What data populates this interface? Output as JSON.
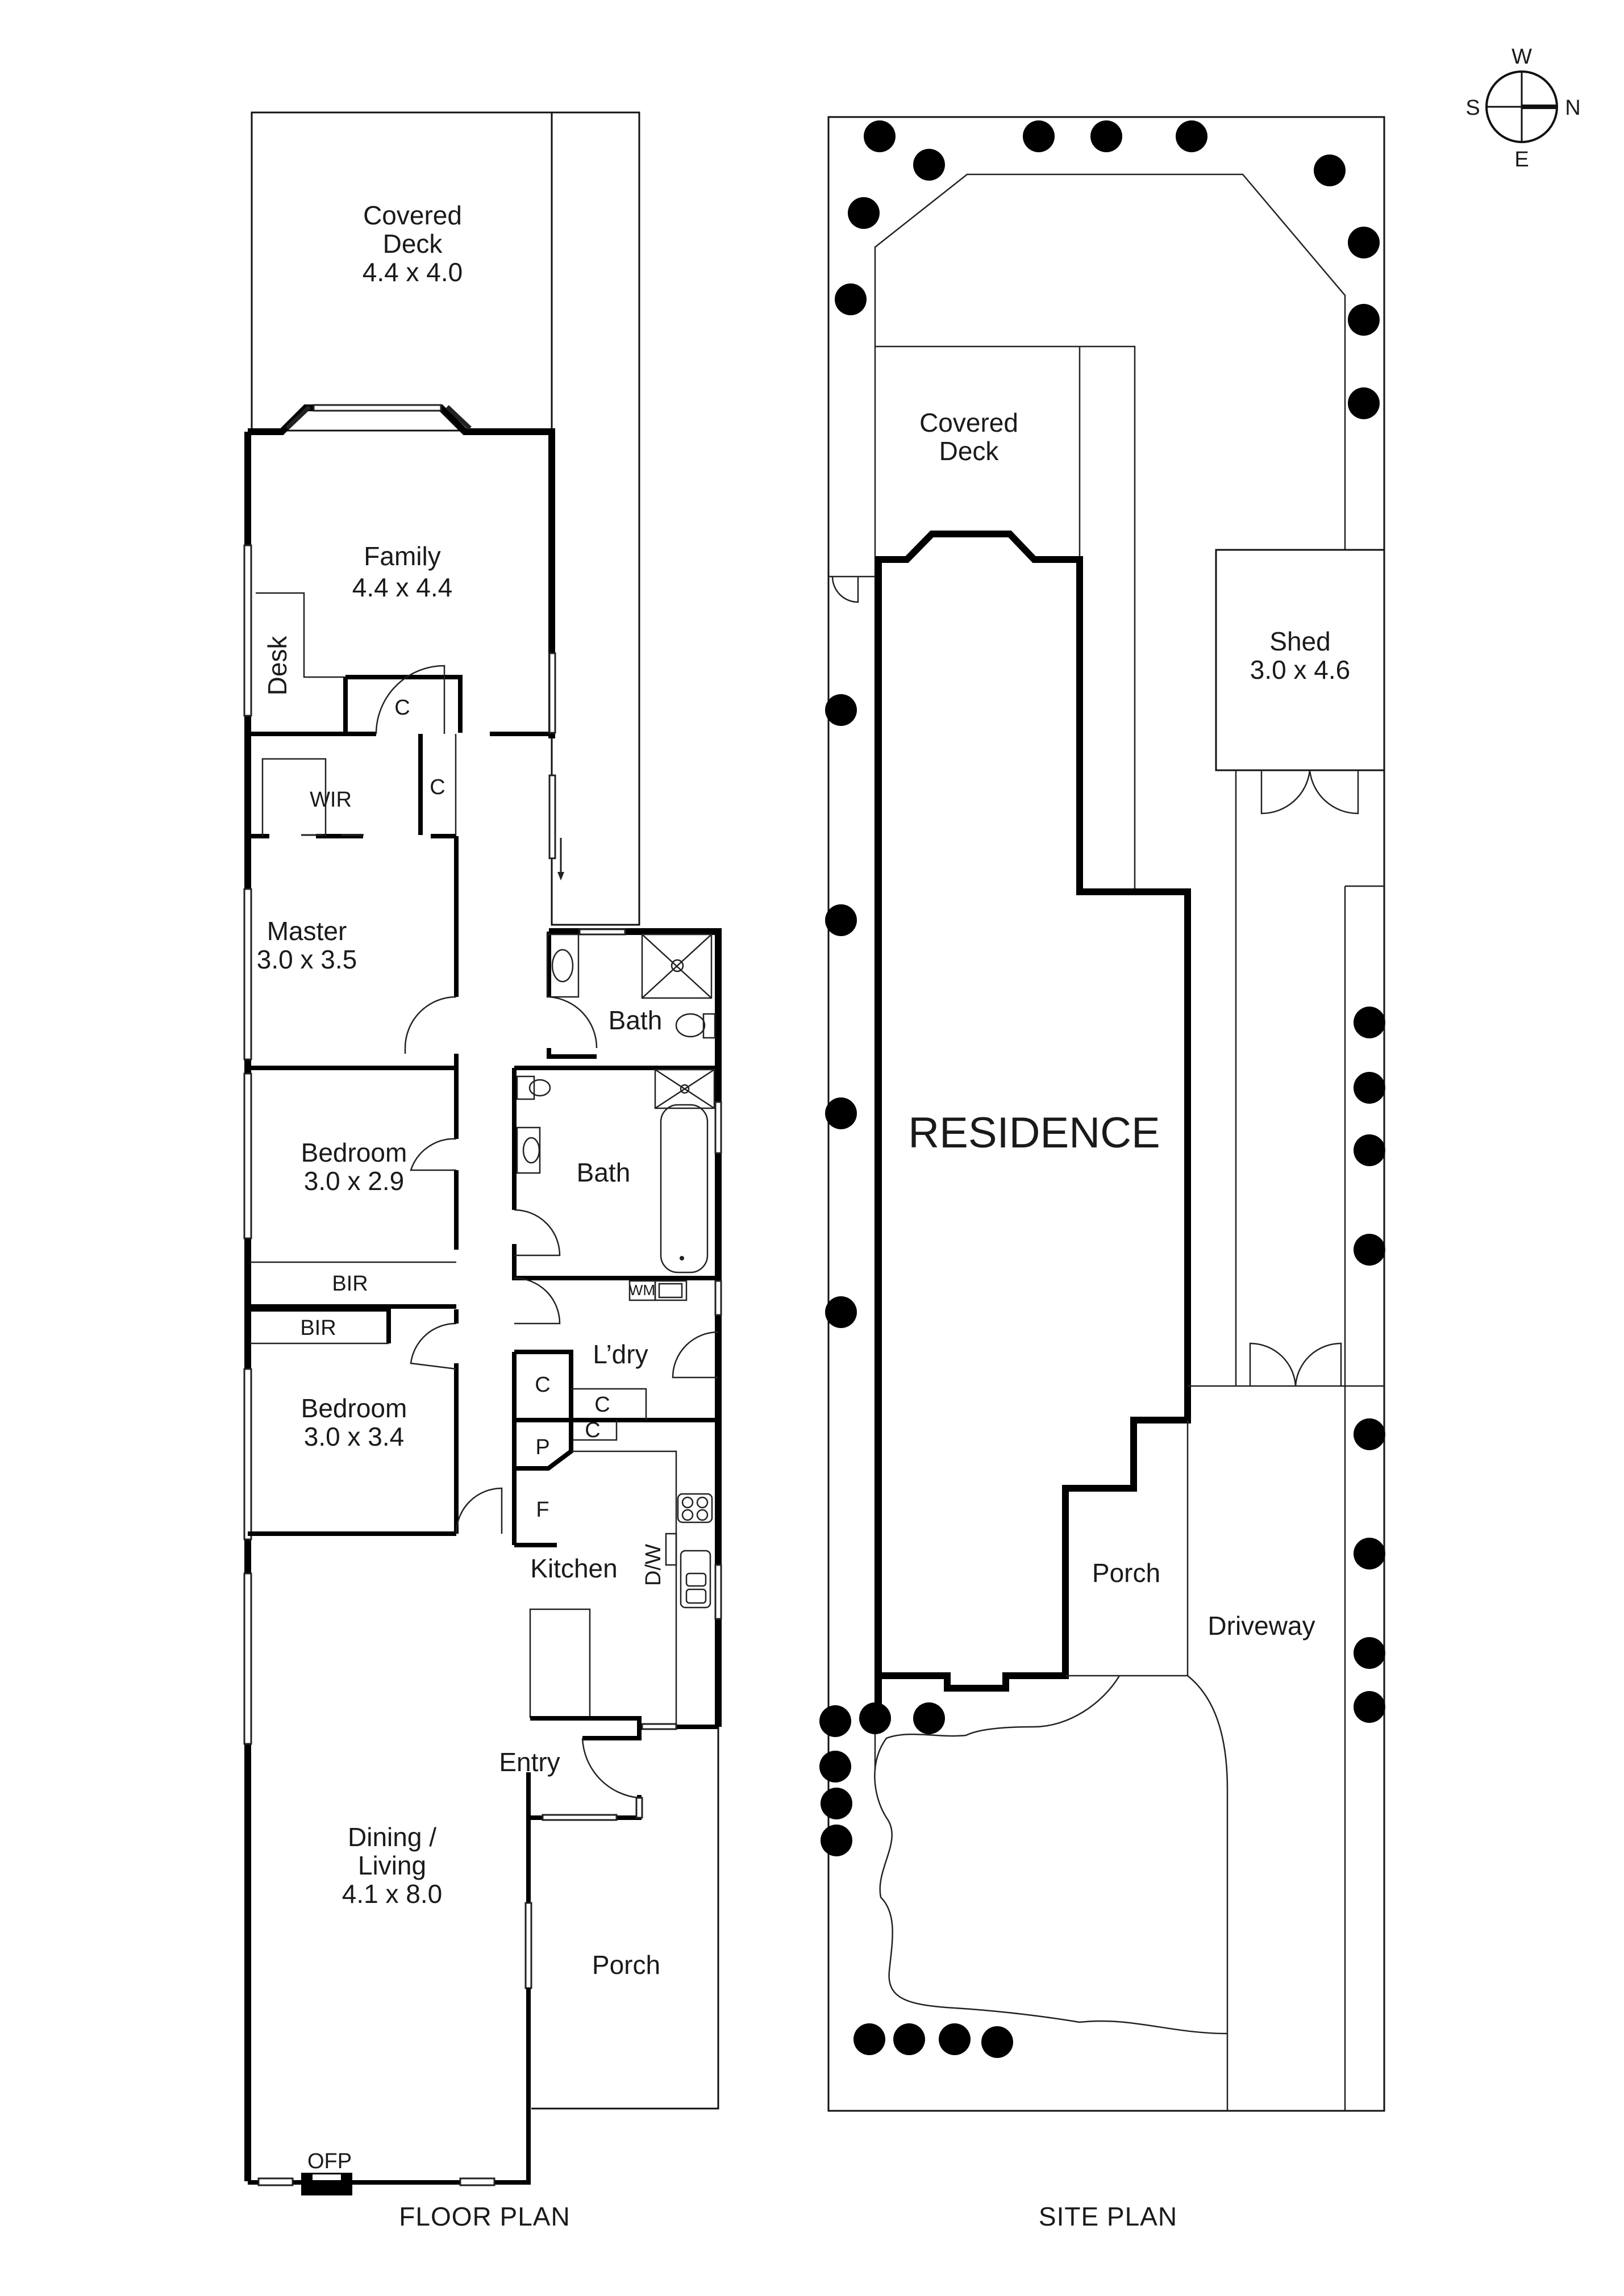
{
  "compass": {
    "north": "N",
    "south": "S",
    "east": "E",
    "west": "W"
  },
  "floor_plan": {
    "caption": "FLOOR PLAN",
    "rooms": {
      "covered_deck": {
        "name_line1": "Covered",
        "name_line2": "Deck",
        "size": "4.4 x 4.0"
      },
      "family": {
        "name": "Family",
        "size": "4.4 x 4.4"
      },
      "desk": {
        "name": "Desk"
      },
      "family_closet": {
        "name": "C"
      },
      "wir": {
        "name": "WIR"
      },
      "hall_closet": {
        "name": "C"
      },
      "master": {
        "name": "Master",
        "size": "3.0 x 3.5"
      },
      "ensuite": {
        "name": "Bath"
      },
      "bedroom2": {
        "name": "Bedroom",
        "size": "3.0 x 2.9"
      },
      "bathroom": {
        "name": "Bath"
      },
      "bir1": {
        "name": "BIR"
      },
      "bir2": {
        "name": "BIR"
      },
      "laundry": {
        "name": "L’dry",
        "wm": "WM"
      },
      "bedroom3": {
        "name": "Bedroom",
        "size": "3.0 x 3.4"
      },
      "closet_a": {
        "name": "C"
      },
      "closet_b": {
        "name": "C"
      },
      "closet_c": {
        "name": "C"
      },
      "pantry": {
        "name": "P"
      },
      "fridge": {
        "name": "F"
      },
      "kitchen": {
        "name": "Kitchen",
        "dw": "D/W"
      },
      "entry": {
        "name": "Entry"
      },
      "dining_living": {
        "name_line1": "Dining /",
        "name_line2": "Living",
        "size": "4.1 x 8.0"
      },
      "porch": {
        "name": "Porch"
      },
      "ofp": {
        "name": "OFP"
      }
    }
  },
  "site_plan": {
    "caption": "SITE PLAN",
    "labels": {
      "covered_deck_line1": "Covered",
      "covered_deck_line2": "Deck",
      "residence": "RESIDENCE",
      "shed": "Shed",
      "shed_size": "3.0 x 4.6",
      "porch": "Porch",
      "driveway": "Driveway"
    }
  }
}
